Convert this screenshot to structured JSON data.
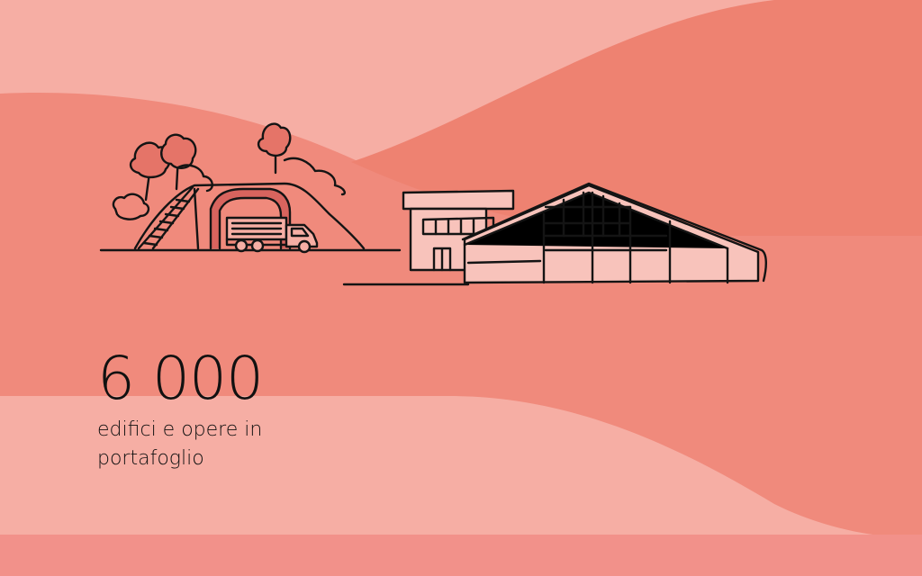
{
  "stat": {
    "value": "6 000",
    "caption_line1": "edifici e opere in",
    "caption_line2": "portafoglio"
  },
  "colors": {
    "band_light": "#f6aea4",
    "band_mid": "#f08a7c",
    "band_deep": "#ee8271",
    "band_bottom": "#f2918a",
    "tree": "#e57468",
    "building_fill": "#f8c3bb",
    "barn_door": "#d8645e",
    "ink": "#141414"
  },
  "icons": {
    "trees": "tree-icon",
    "quarry": "quarry-mound-icon",
    "truck": "truck-icon",
    "office": "office-building-icon",
    "warehouse": "warehouse-icon"
  }
}
